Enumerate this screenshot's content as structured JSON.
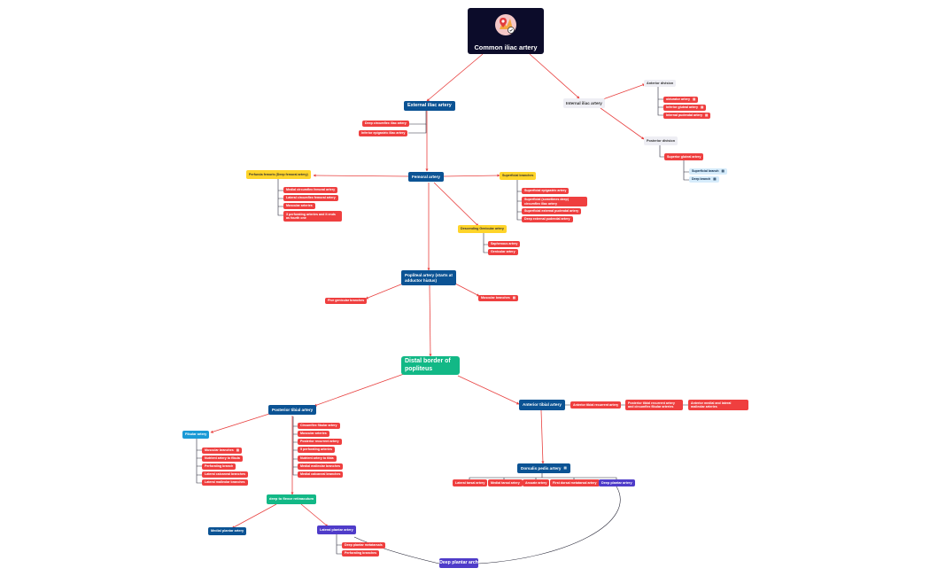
{
  "root": {
    "label": "Common iliac artery",
    "icon": "map-pin-icon"
  },
  "nodes": {
    "ext_iliac": "External iliac artery",
    "deep_circ_iliac": "Deep circumflex iliac artery",
    "inf_epigastric": "Inferior epigastric iliac artery",
    "int_iliac": "Internal iliac artery",
    "ant_division": "Anterior division",
    "obturator": "obturator artery",
    "inf_gluteal": "Inferior gluteal artery",
    "int_pudendal": "Internal pudendal artery",
    "post_division": "Posterior division",
    "sup_gluteal": "Superior gluteal artery",
    "sup_branch": "Superficial branch",
    "deep_branch": "Deep branch",
    "femoral": "Femoral artery",
    "profunda": "Perfunda femoris (Deep femoral artery)",
    "med_circ_fem": "Medial circumflex femoral artery",
    "lat_circ_fem": "Lateral circumflex femoral artery",
    "muscular_arts": "Muscular arteries",
    "perforating3": "3 perforating arteries and it ends as fourth one",
    "superficial_branches": "Superficial branches",
    "sup_epigastric": "Superficial epigastric artery",
    "sup_circ_iliac": "Superficial (sometimes deep) circumflex iliac artery",
    "sup_ext_pud": "Superficial external pudendal artery",
    "deep_ext_pud": "Deep external pudendal artery",
    "desc_genicular": "Descending Genicular artery",
    "saphenous": "Saphenous artery",
    "genicular": "Genicular artery",
    "popliteal": "Popliteal artery (starts at adductor hiatus)",
    "five_genicular": "Five genicular branches",
    "muscular_branches": "Muscular branches",
    "distal_border": "Distal border of popliteus",
    "post_tibial": "Posterior tibial artery",
    "fibular": "Fibular artery",
    "fib_muscular": "Muscular branches",
    "nutrient_fibula": "Nutrient artery to fibula",
    "perforating_branch": "Perforating branch",
    "lat_calcaneal": "Lateral calcaneal branches",
    "lat_malleolar": "Lateral malleolar branches",
    "circ_fibular": "Circumflex fibular artery",
    "pt_muscular": "Muscular arteries",
    "post_recurrent": "Posterior recurrent artery",
    "five_perforating": "5 perforating arteries",
    "nutrient_tibia": "Nutrient artery to tibia",
    "med_malleolar": "Medial malleolar branches",
    "med_calcaneal": "Medial calcaneal branches",
    "deep_flexor": "deep to flexor retinaculum",
    "med_plantar": "Medial plantar artery",
    "lat_plantar": "Lateral plantar artery",
    "deep_plantar_metatarsals": "Deep plantar metatarsals",
    "lp_perforating": "Perforating branches",
    "deep_plantar_arch": "Deep plantar arch",
    "ant_tibial": "Anterior tibial artery",
    "ant_tib_recurrent": "Anterior tibial recurrent artery",
    "post_tib_recurrent": "Posterior tibial recurrent artery and circumflex fibular arteries",
    "ant_malleolar": "Anterior medial and lateral malleolar arteries",
    "dorsalis_pedis": "Dorsalis pedis artery",
    "lat_tarsal": "Lateral tarsal artery",
    "med_tarsal": "Medial tarsal artery",
    "arcuate": "Arcuate artery",
    "first_dorsal_met": "First dorsal metatarsal artery",
    "deep_plantar_art": "Deep plantar artery"
  },
  "note_icon": "note-icon",
  "colors": {
    "blue": "#0b5394",
    "red": "#ef3f3f",
    "yellow": "#ffd42a",
    "gray": "#eeeef4",
    "green": "#12b886",
    "purple": "#4f3cc9",
    "teal": "#1b9ad6",
    "connector_red": "#e8403f",
    "connector_dark": "#2a2a3a",
    "root_bg": "#0c0c2a"
  }
}
